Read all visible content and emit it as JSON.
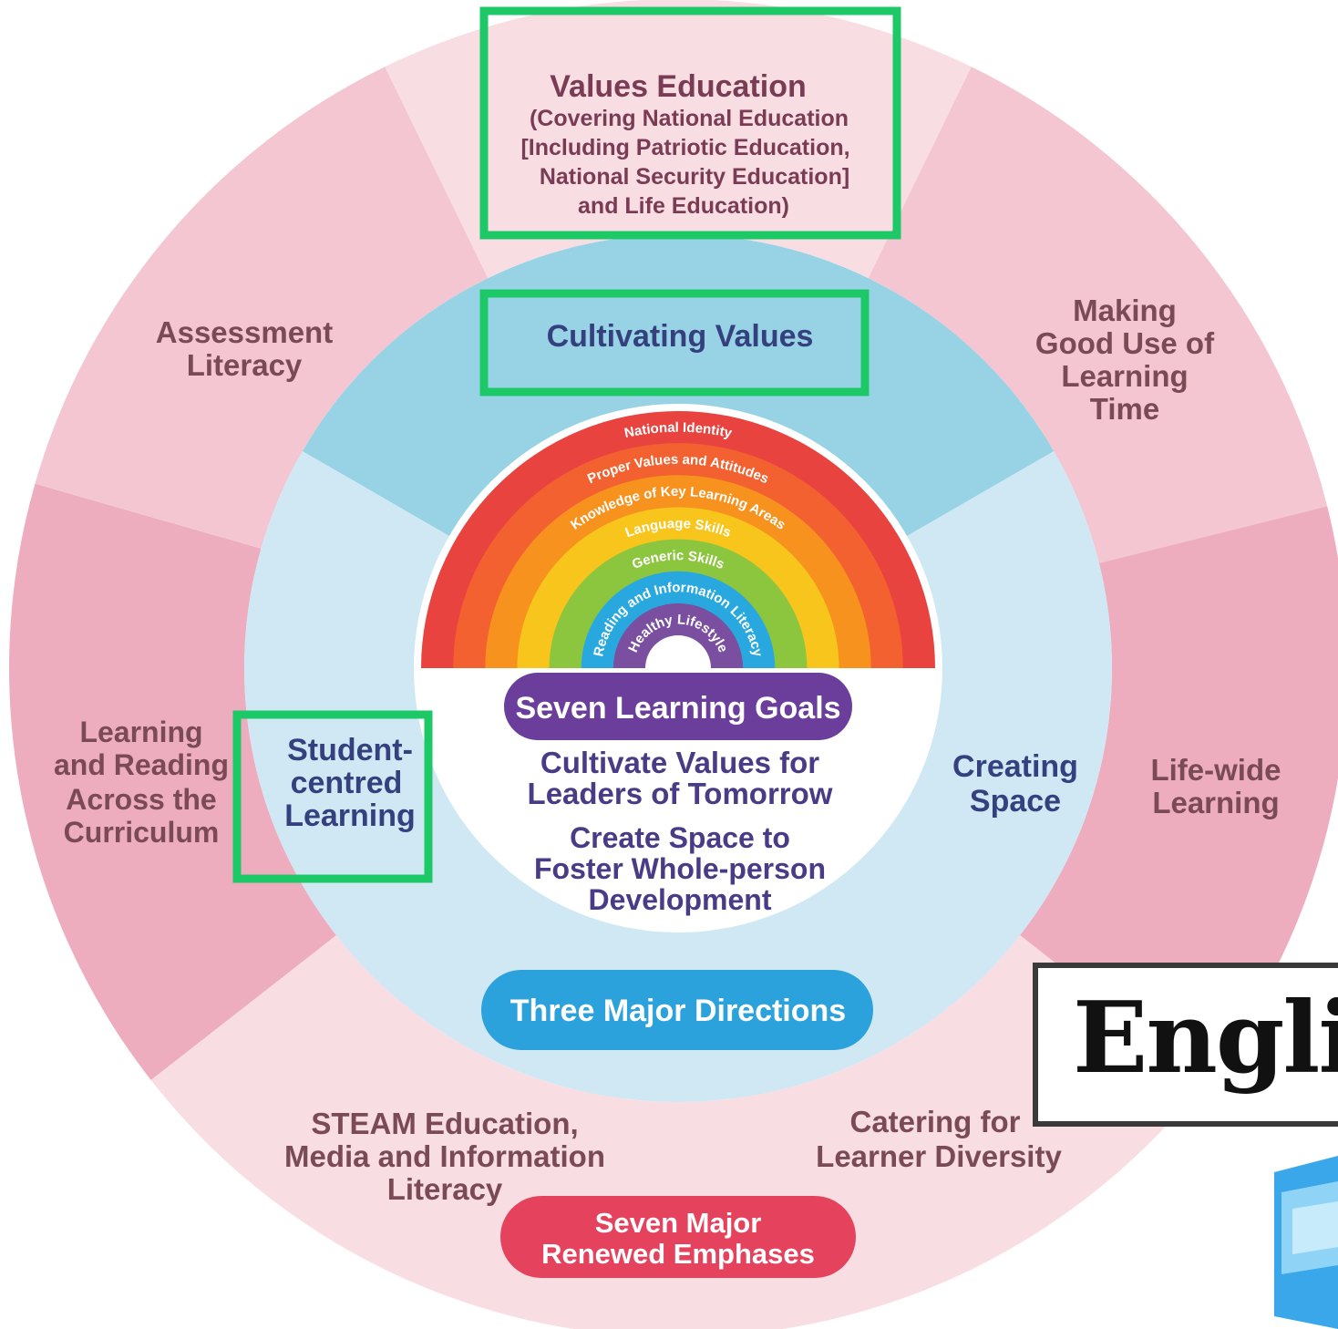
{
  "diagram": {
    "outer_ring": {
      "title": [
        "Seven Major",
        "Renewed Emphases"
      ],
      "sectors": [
        {
          "id": "values-education",
          "title": "Values Education",
          "details": [
            "(Covering National Education",
            "[Including Patriotic Education,",
            "National Security Education]",
            "and Life Education)"
          ]
        },
        {
          "id": "making-good-use",
          "lines": [
            "Making",
            "Good Use of",
            "Learning",
            "Time"
          ]
        },
        {
          "id": "life-wide",
          "lines": [
            "Life-wide",
            "Learning"
          ]
        },
        {
          "id": "catering",
          "lines": [
            "Catering for",
            "Learner Diversity"
          ]
        },
        {
          "id": "steam",
          "lines": [
            "STEAM Education,",
            "Media and Information",
            "Literacy"
          ]
        },
        {
          "id": "learning-reading",
          "lines": [
            "Learning",
            "and Reading",
            "Across the",
            "Curriculum"
          ]
        },
        {
          "id": "assessment",
          "lines": [
            "Assessment",
            "Literacy"
          ]
        }
      ]
    },
    "middle_ring": {
      "title": "Three Major Directions",
      "sectors": [
        {
          "id": "cultivating-values",
          "lines": [
            "Cultivating Values"
          ]
        },
        {
          "id": "creating-space",
          "lines": [
            "Creating",
            "Space"
          ]
        },
        {
          "id": "student-centred",
          "lines": [
            "Student-",
            "centred",
            "Learning"
          ]
        }
      ]
    },
    "center": {
      "badge": "Seven Learning Goals",
      "line_group_1": [
        "Cultivate Values for",
        "Leaders of Tomorrow"
      ],
      "line_group_2": [
        "Create Space to",
        "Foster Whole-person",
        "Development"
      ]
    },
    "rainbow_bands": [
      {
        "label": "National Identity",
        "color": "#e8433f"
      },
      {
        "label": "Proper Values and Attitudes",
        "color": "#f2612f"
      },
      {
        "label": "Knowledge of Key Learning Areas",
        "color": "#f7921e"
      },
      {
        "label": "Language Skills",
        "color": "#f8c51c"
      },
      {
        "label": "Generic Skills",
        "color": "#8cc63f"
      },
      {
        "label": "Reading and Information Literacy",
        "color": "#29a8df"
      },
      {
        "label": "Healthy Lifestyle",
        "color": "#7b4fa0"
      }
    ],
    "colors": {
      "outer_light": "#f8dde3",
      "outer_mid": "#f3c6d1",
      "outer_dark": "#eeadbf",
      "mid_light": "#cfe8f3",
      "mid_dark": "#97d3e5",
      "badge_purple": "#6a3e9a",
      "pill_blue": "#2ba2dc",
      "pill_red": "#e5435d",
      "highlight": "#1dc867"
    }
  },
  "banner": {
    "text": "English"
  }
}
